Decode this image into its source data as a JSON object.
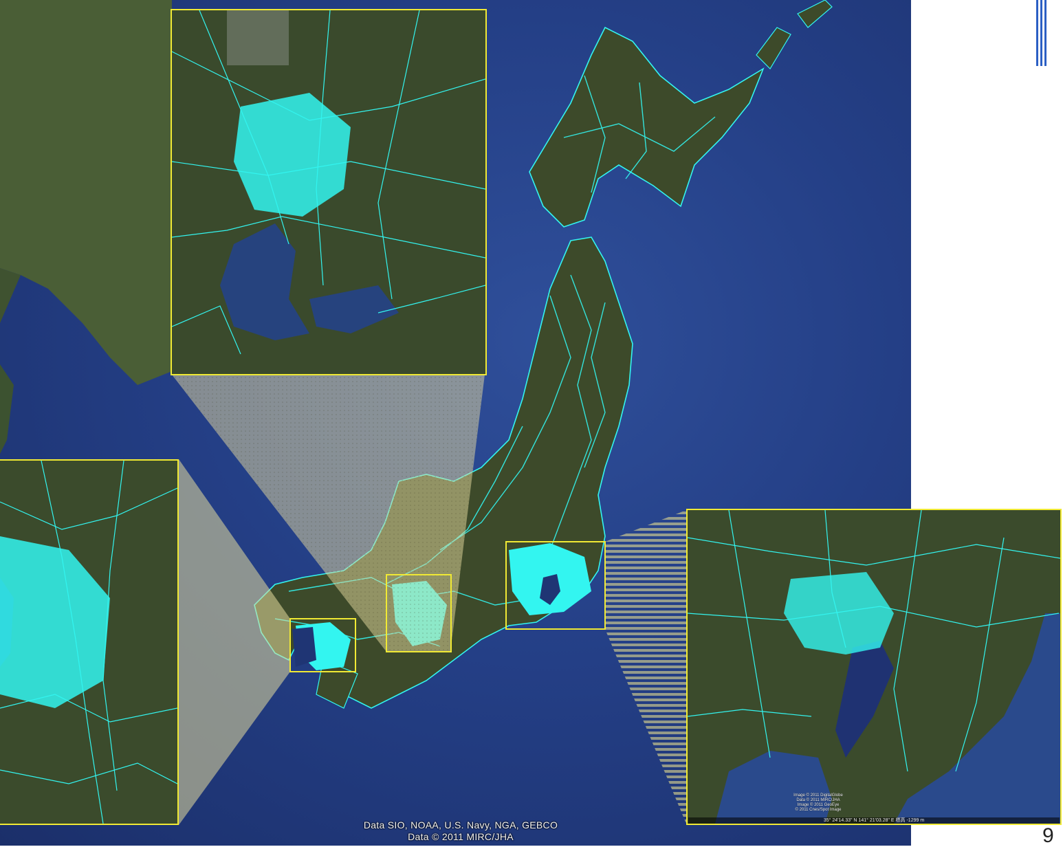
{
  "map": {
    "attribution": {
      "line1": "Data SIO, NOAA, U.S. Navy, NGA, GEBCO",
      "line2": "Data © 2011 MIRC/JHA"
    },
    "inset_kanto": {
      "credits": [
        "Image © 2011 DigitalGlobe",
        "Data © 2011 MIRC/JHA",
        "Image © 2011 GeoEye",
        "© 2011 Cnes/Spot Image"
      ],
      "coordinate_readout": "35° 24'14.33\" N 141° 21'03.28\" E 標高 -1299 m"
    },
    "colors": {
      "ocean": "#2a4690",
      "land": "#3d4a2a",
      "road_network": "#33f5f0",
      "highlight_frame": "#f1ea34"
    }
  },
  "slide": {
    "page_number": "9"
  }
}
